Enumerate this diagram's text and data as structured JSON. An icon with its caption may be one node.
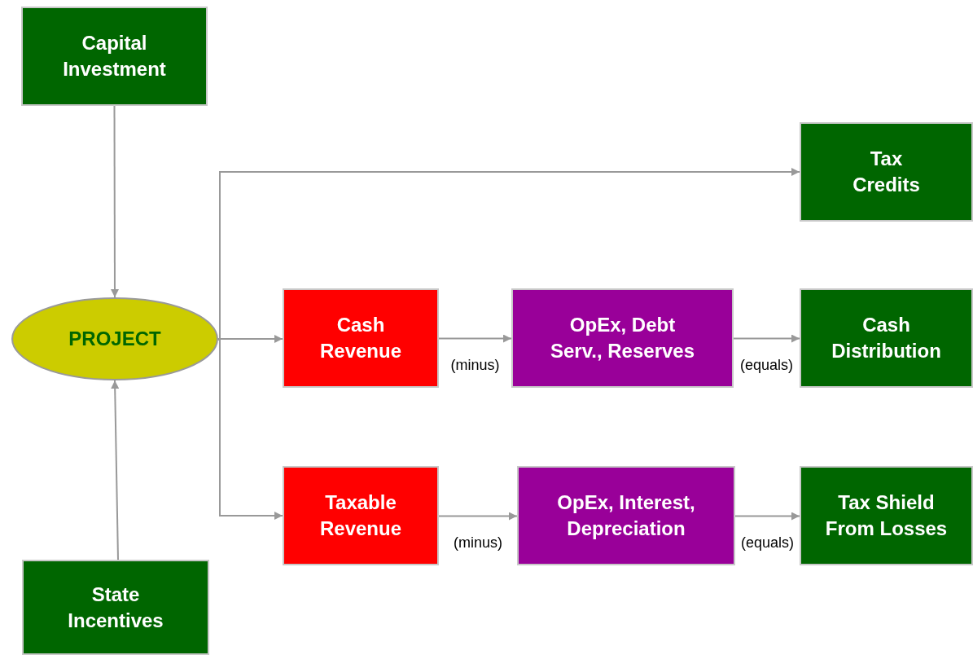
{
  "diagram": {
    "nodes": [
      {
        "text": [
          "Capital Investment"
        ]
      },
      {
        "text": [
          "PROJECT"
        ]
      },
      {
        "text": [
          "Tax Credits"
        ]
      },
      {
        "text": [
          "Cash Revenue"
        ]
      },
      {
        "text": [
          "OpEx, Debt Serv., Reserves"
        ]
      },
      {
        "text": [
          "Cash Distribution"
        ]
      },
      {
        "text": [
          "Taxable Revenue"
        ]
      },
      {
        "text": [
          "OpEx, Interest, Depreciation"
        ]
      },
      {
        "text": [
          "Tax Shield From Losses"
        ]
      },
      {
        "text": [
          "State Incentives"
        ]
      }
    ],
    "edges": [
      {
        "from": 0,
        "to": 1,
        "arrow": "to"
      },
      {
        "from": 9,
        "to": 1,
        "arrow": "to"
      },
      {
        "from": 1,
        "to": 2,
        "arrow": "to"
      },
      {
        "from": 1,
        "to": 3,
        "arrow": "to"
      },
      {
        "from": 1,
        "to": 6,
        "arrow": "to"
      },
      {
        "from": 3,
        "to": 4,
        "arrow": "to",
        "label": "(minus)"
      },
      {
        "from": 4,
        "to": 5,
        "arrow": "to",
        "label": "(equals)"
      },
      {
        "from": 6,
        "to": 7,
        "arrow": "to",
        "label": "(minus)"
      },
      {
        "from": 7,
        "to": 8,
        "arrow": "to",
        "label": "(equals)"
      }
    ]
  }
}
